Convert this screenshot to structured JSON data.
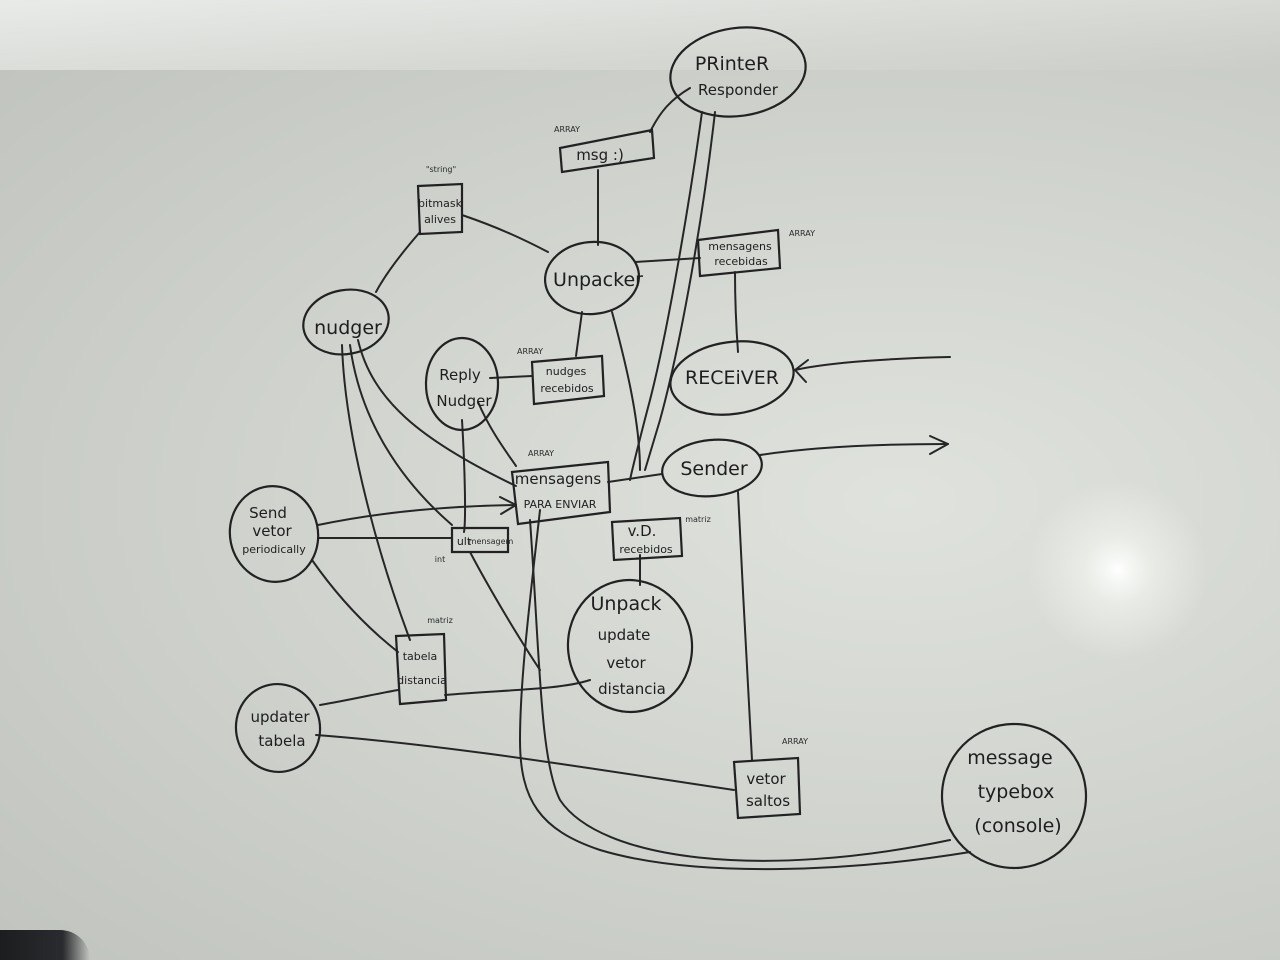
{
  "nodes": {
    "printer": [
      "PRinteR",
      "Responder"
    ],
    "msg": "msg :)",
    "bitmask": [
      "bitmask",
      "alives"
    ],
    "unpacker": "Unpacker",
    "mensagens_recebidas": [
      "mensagens",
      "recebidas"
    ],
    "nudger": "nudger",
    "reply_nudger": [
      "Reply",
      "Nudger"
    ],
    "nudges_recebidos": [
      "nudges",
      "recebidos"
    ],
    "receiver": "RECEiVER",
    "sender": "Sender",
    "mensagens_para_enviar": [
      "mensagens",
      "PARA ENVIAR"
    ],
    "send_vetor": [
      "Send",
      "vetor",
      "periodically"
    ],
    "ult_mensagem": [
      "ult",
      "mensagem"
    ],
    "vd_recebidos": [
      "v.D.",
      "recebidos"
    ],
    "unpack_update": [
      "Unpack",
      "update",
      "vetor",
      "distancia"
    ],
    "tabela_distancia": [
      "tabela",
      "distancia"
    ],
    "updater_tabela": [
      "updater",
      "tabela"
    ],
    "vetor_saltos": [
      "vetor",
      "saltos"
    ],
    "message_typebox": [
      "message",
      "typebox",
      "(console)"
    ]
  },
  "tags": {
    "msg_array": "ARRAY",
    "bitmask_string": "\"string\"",
    "mensagens_recebidas_array": "ARRAY",
    "nudges_recebidos_array": "ARRAY",
    "mensagens_para_enviar_array": "ARRAY",
    "vd_recebidos_matriz": "matriz",
    "tabela_distancia_matriz": "matriz",
    "vetor_saltos_array": "ARRAY",
    "ult_mensagem_mark": "int"
  }
}
